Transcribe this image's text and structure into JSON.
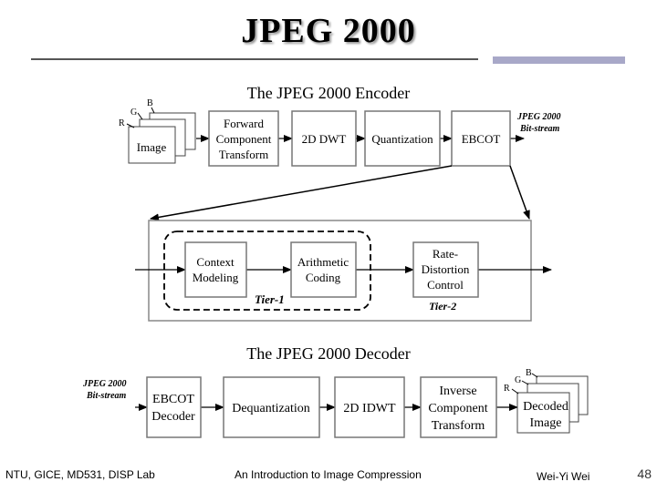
{
  "slide": {
    "title": "JPEG 2000"
  },
  "encoder": {
    "heading": "The JPEG 2000 Encoder",
    "channel_labels": [
      "B",
      "G",
      "R"
    ],
    "image_label": "Image",
    "fct_lines": [
      "Forward",
      "Component",
      "Transform"
    ],
    "dwt_label": "2D DWT",
    "quant_label": "Quantization",
    "ebcot_label": "EBCOT",
    "bitstream_lines": [
      "JPEG 2000",
      "Bit-stream"
    ]
  },
  "ebcot_detail": {
    "context_lines": [
      "Context",
      "Modeling"
    ],
    "arith_lines": [
      "Arithmetic",
      "Coding"
    ],
    "rdc_lines": [
      "Rate-",
      "Distortion",
      "Control"
    ],
    "tier1_label": "Tier-1",
    "tier2_label": "Tier-2"
  },
  "decoder": {
    "heading": "The JPEG 2000 Decoder",
    "bitstream_lines": [
      "JPEG 2000",
      "Bit-stream"
    ],
    "ebcot_lines": [
      "EBCOT",
      "Decoder"
    ],
    "dequant_label": "Dequantization",
    "idwt_label": "2D IDWT",
    "ict_lines": [
      "Inverse",
      "Component",
      "Transform"
    ],
    "channel_labels": [
      "B",
      "G",
      "R"
    ],
    "decoded_lines": [
      "Decoded",
      "Image"
    ]
  },
  "footer": {
    "left": "NTU, GICE, MD531, DISP Lab",
    "center": "An Introduction to Image Compression",
    "author": "Wei-Yi Wei",
    "page": "48"
  }
}
